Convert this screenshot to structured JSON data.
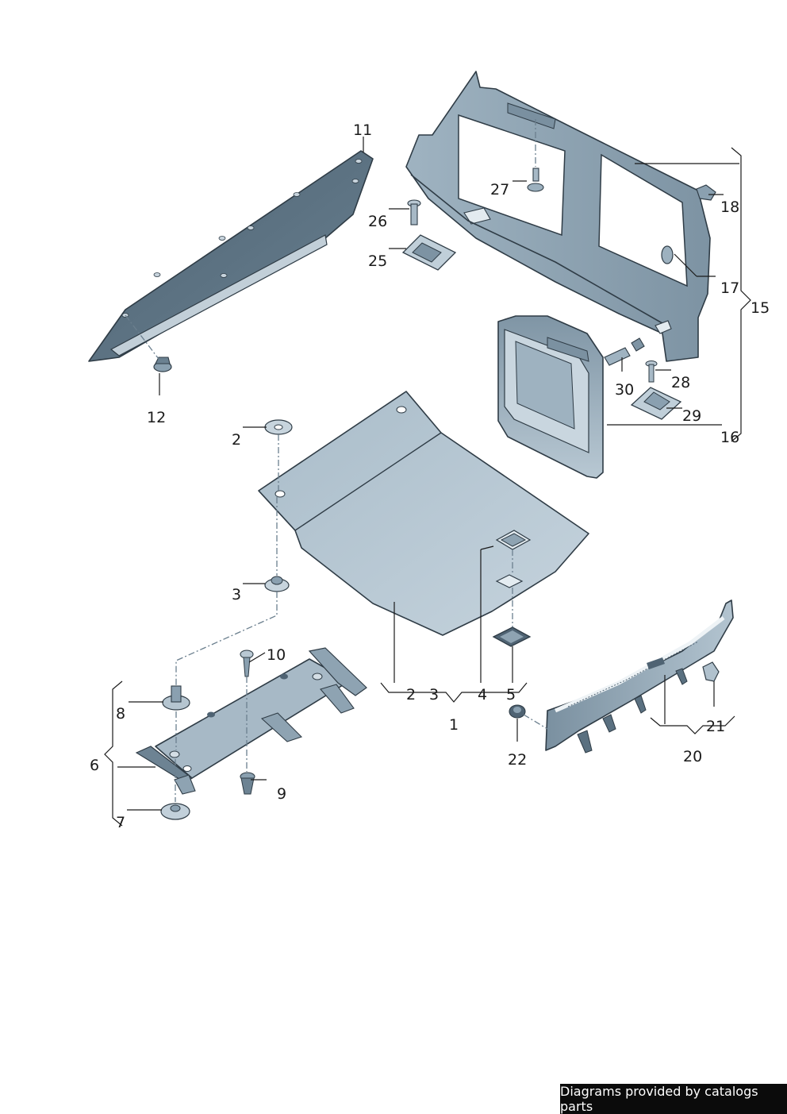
{
  "diagram": {
    "labels": {
      "p1": "1",
      "p2a": "2",
      "p2b": "2",
      "p3a": "3",
      "p3b": "3",
      "p4": "4",
      "p5": "5",
      "p6": "6",
      "p7": "7",
      "p8": "8",
      "p9": "9",
      "p10": "10",
      "p11": "11",
      "p12": "12",
      "p15": "15",
      "p16": "16",
      "p17": "17",
      "p18": "18",
      "p20": "20",
      "p21": "21",
      "p22": "22",
      "p25": "25",
      "p26": "26",
      "p27": "27",
      "p28": "28",
      "p29": "29",
      "p30": "30"
    }
  },
  "footer": {
    "credit": "Diagrams provided by catalogs parts"
  },
  "colors": {
    "panel_dark": "#5e7485",
    "panel_mid": "#93a8b7",
    "panel_light": "#c6d3dc",
    "panel_lightest": "#dde6ec",
    "outline": "#2f3c46"
  }
}
